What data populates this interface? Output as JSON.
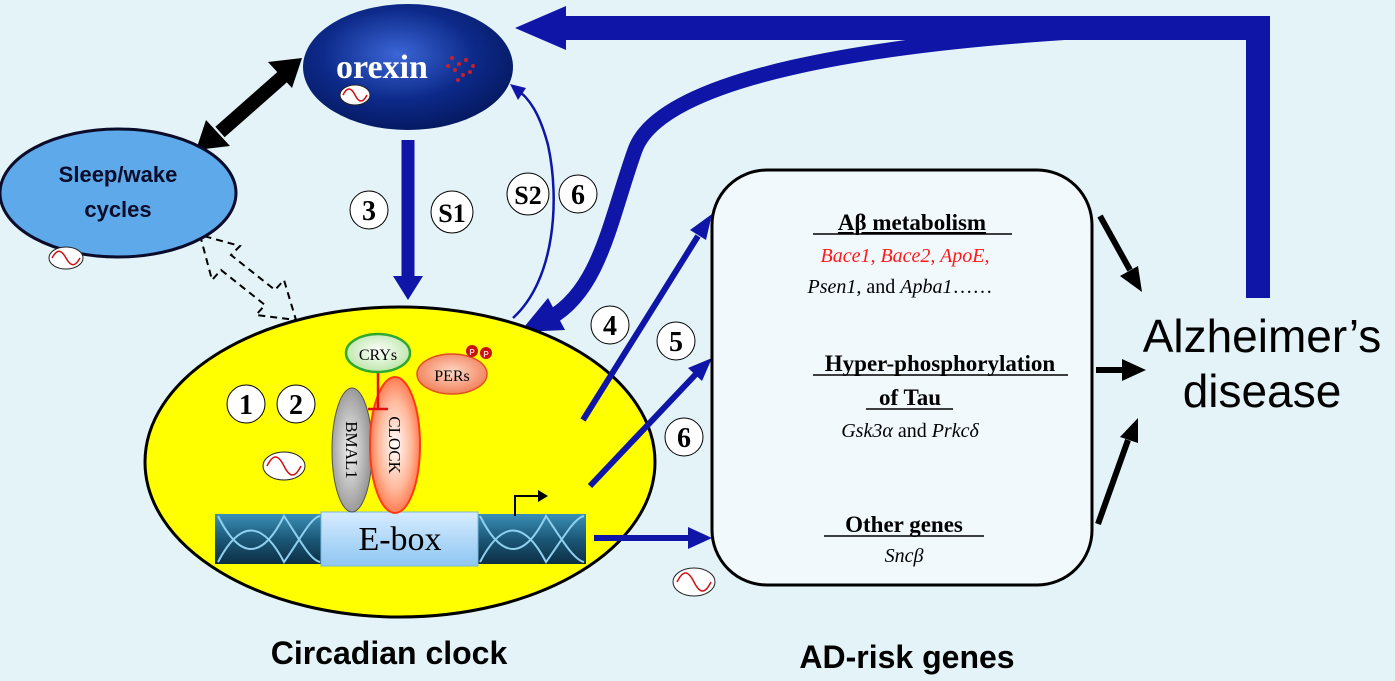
{
  "colors": {
    "background": "#e3f3f8",
    "arrow_blue": "#0f15a6",
    "clock_yellow": "#ffff00",
    "sleep_blue": "#5ea9ea",
    "orexin_navy": "#0d2a8a",
    "highlight_red": "#ff1a1a"
  },
  "nodes": {
    "orexin": {
      "label": "orexin"
    },
    "sleep_wake": {
      "line1": "Sleep/wake",
      "line2": "cycles"
    },
    "clock": {
      "cry_label": "CRYs",
      "per_label": "PERs",
      "phospho_label": "P",
      "bmal_label": "BMAL1",
      "clock_label": "CLOCK",
      "ebox_label": "E-box",
      "caption": "Circadian clock"
    },
    "alzheimers": {
      "line1": "Alzheimer’s",
      "line2": "disease"
    }
  },
  "ad_genes": {
    "caption": "AD-risk genes",
    "abeta": {
      "heading": "Aβ metabolism",
      "red_genes": "Bace1, Bace2, ApoE,",
      "line2_gene1": "Psen1,",
      "line2_and": " and ",
      "line2_gene2": "Apba1",
      "line2_ellipsis": "……"
    },
    "tau": {
      "heading1": "Hyper-phosphorylation",
      "heading2": "of Tau",
      "gene1": "Gsk3α",
      "and": " and ",
      "gene2": "Prkcδ"
    },
    "other": {
      "heading": "Other genes",
      "gene": "Sncβ"
    }
  },
  "step_labels": {
    "l3": "3",
    "s1": "S1",
    "s2": "S2",
    "l6_top": "6",
    "l4": "4",
    "l5": "5",
    "l6_mid": "6",
    "l1": "1",
    "l2": "2"
  },
  "icons": [
    "oscillation-icon",
    "double-arrow-icon",
    "transcription-start-arrow-icon",
    "dna-helix-icon",
    "inhibition-arrow-icon"
  ]
}
